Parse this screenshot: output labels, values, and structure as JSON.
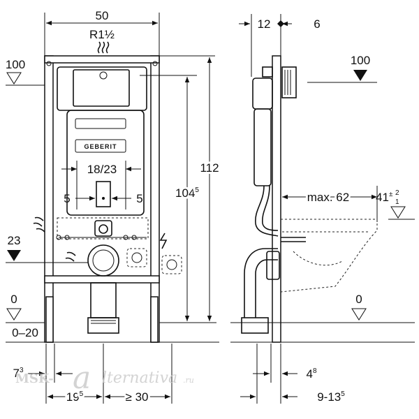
{
  "front": {
    "width": "50",
    "thread": "R1½",
    "level_top": "100",
    "level_mid": "23",
    "level_floor": "0",
    "floor_range": "0–20",
    "height_total": "112",
    "height_inner_main": "104",
    "height_inner_sup": "5",
    "bolt_spacing": "18/23",
    "offset_left": "5",
    "offset_right": "5",
    "leg_dim_main": "7",
    "leg_dim_sup": "3",
    "bottom_left_main": "19",
    "bottom_left_sup": "5",
    "bottom_right": "≥ 30",
    "logo": "GEBERIT"
  },
  "side": {
    "depth_left": "12",
    "depth_right": "6",
    "level_top": "100",
    "level_floor": "0",
    "max_projection": "max. 62",
    "seat_height_main": "41",
    "seat_height_tol_plus": "2",
    "seat_height_tol_minus": "1",
    "bottom_small_main": "4",
    "bottom_small_sup": "8",
    "bottom_range_main": "9-13",
    "bottom_range_sup": "5"
  },
  "watermark": {
    "prefix": "MSK-",
    "mark": "a",
    "suffix": "lternativa",
    "tld": ".ru"
  },
  "colors": {
    "line": "#111111",
    "watermark": "#c9c9c9"
  }
}
